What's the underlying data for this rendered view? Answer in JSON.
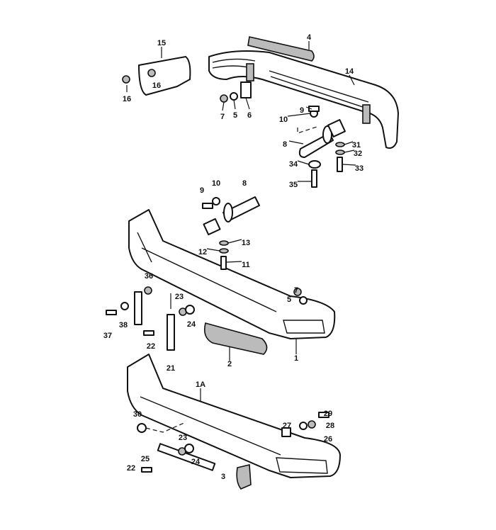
{
  "diagram": {
    "title": "Bumper assembly exploded view",
    "callouts": [
      "4",
      "14",
      "15",
      "16",
      "16",
      "7",
      "5",
      "6",
      "9",
      "10",
      "8",
      "31",
      "32",
      "34",
      "33",
      "35",
      "9",
      "10",
      "8",
      "13",
      "12",
      "11",
      "36",
      "7",
      "5",
      "23",
      "24",
      "37",
      "38",
      "22",
      "21",
      "2",
      "1",
      "1A",
      "30",
      "29",
      "27",
      "28",
      "26",
      "23",
      "25",
      "24",
      "22",
      "3"
    ]
  }
}
